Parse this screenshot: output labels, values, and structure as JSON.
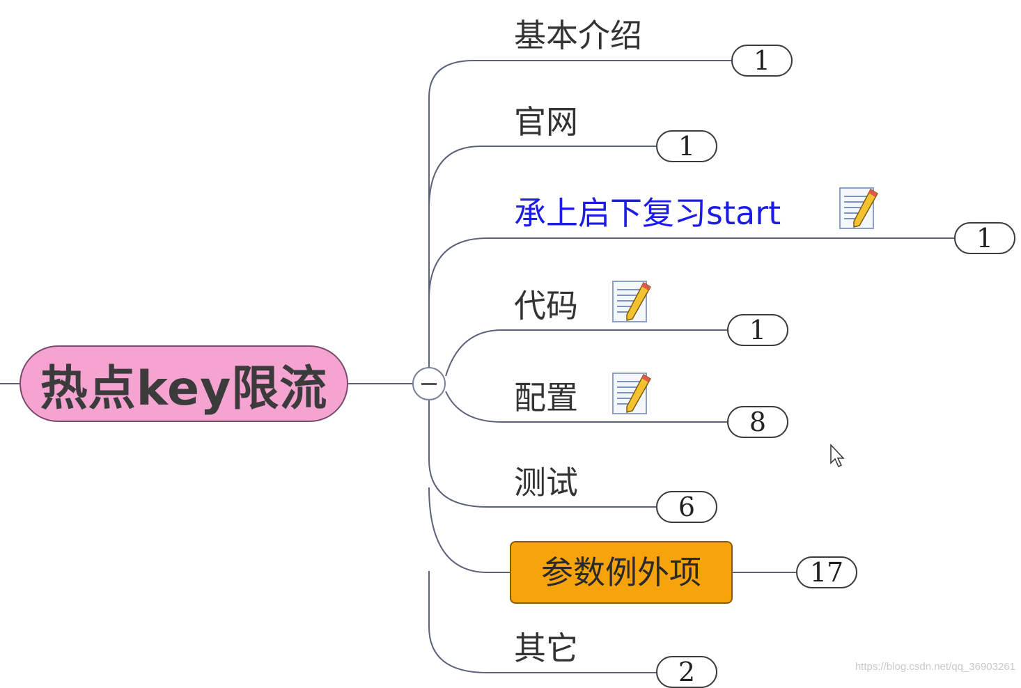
{
  "root": {
    "label": "热点key限流",
    "color": "#f5a3d0"
  },
  "topics": [
    {
      "id": "basic-intro",
      "label": "基本介绍",
      "count": "1",
      "has_note": false
    },
    {
      "id": "official-site",
      "label": "官网",
      "count": "1",
      "has_note": false
    },
    {
      "id": "review-start",
      "label": "承上启下复习start",
      "count": "1",
      "has_note": true,
      "is_link": true
    },
    {
      "id": "code",
      "label": "代码",
      "count": "1",
      "has_note": true
    },
    {
      "id": "config",
      "label": "配置",
      "count": "8",
      "has_note": true
    },
    {
      "id": "test",
      "label": "测试",
      "count": "6",
      "has_note": false
    },
    {
      "id": "param-exception",
      "label": "参数例外项",
      "count": "17",
      "has_note": false,
      "highlighted": true,
      "highlight_color": "#f7a30b"
    },
    {
      "id": "other",
      "label": "其它",
      "count": "2",
      "has_note": false
    }
  ],
  "icons": {
    "collapse": "minus-circle-icon",
    "note": "note-pencil-icon",
    "cursor": "mouse-pointer-icon"
  },
  "watermark": "https://blog.csdn.net/qq_36903261"
}
